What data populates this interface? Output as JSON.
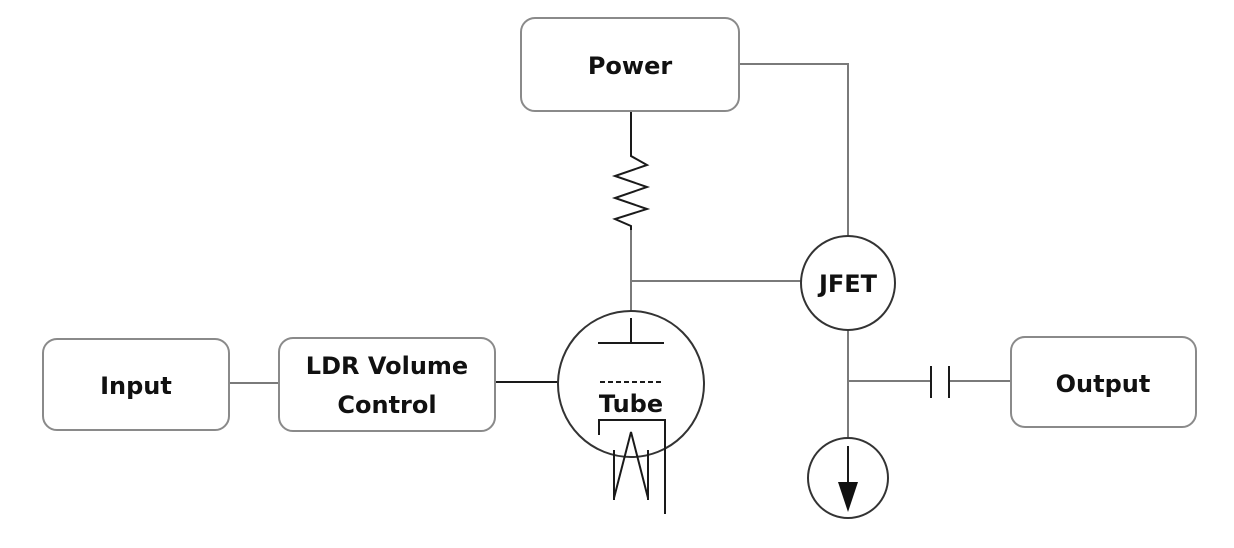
{
  "blocks": {
    "power": "Power",
    "input": "Input",
    "ldr_line1": "LDR Volume",
    "ldr_line2": "Control",
    "output": "Output",
    "jfet": "JFET",
    "tube": "Tube"
  }
}
